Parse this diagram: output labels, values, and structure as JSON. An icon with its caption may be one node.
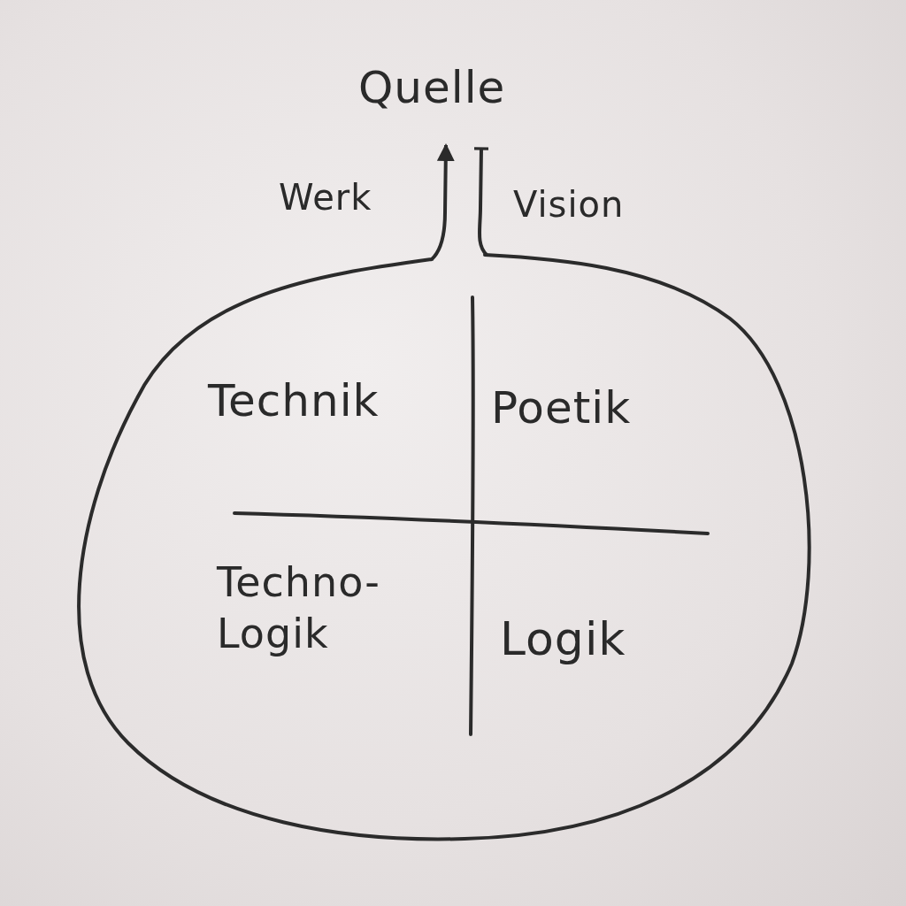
{
  "diagram": {
    "nodes": [
      {
        "text": [
          "Quelle"
        ]
      },
      {
        "text": [],
        "shape": "circle"
      },
      {
        "text": [
          "Technik"
        ],
        "in": 1
      },
      {
        "text": [
          "Poetik"
        ],
        "in": 1
      },
      {
        "text": [
          "Techno-Logik"
        ],
        "in": 1
      },
      {
        "text": [
          "Logik"
        ],
        "in": 1
      }
    ],
    "edges": [
      {
        "from": 1,
        "to": 0,
        "arrow": "to",
        "label": "Werk"
      },
      {
        "from": 1,
        "to": 0,
        "arrow": "other",
        "label": "Vision"
      }
    ]
  }
}
